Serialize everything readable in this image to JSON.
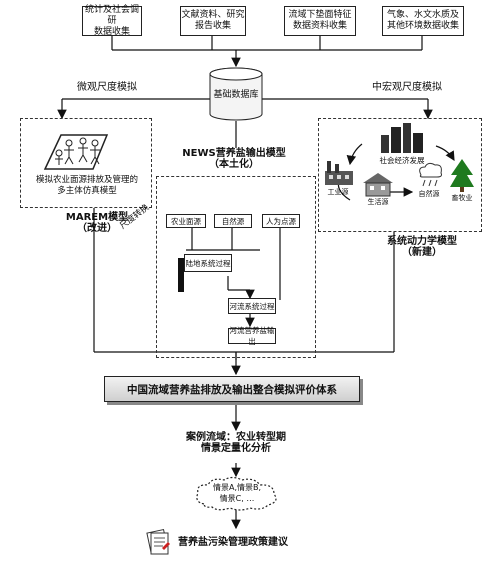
{
  "sources": [
    {
      "label": "统计及社会调研\n数据收集"
    },
    {
      "label": "文献资料、研究\n报告收集"
    },
    {
      "label": "流域下垫面特征\n数据资料收集"
    },
    {
      "label": "气象、水文水质及\n其他环境数据收集"
    }
  ],
  "database": {
    "label": "基础数据库"
  },
  "micro_label": "微观尺度模拟",
  "macro_label": "中宏观尺度模拟",
  "marem": {
    "desc": "模拟农业面源排放及管理的\n多主体仿真模型",
    "name": "MAREM模型\n（改进）"
  },
  "news": {
    "title": "NEWS营养盐输出模型\n（本土化）",
    "sources": [
      "农业面源",
      "自然源",
      "人为点源"
    ],
    "watershed": "陆地系统过程",
    "river": "河流系统过程",
    "output": "河流营养盐输出"
  },
  "scale_label": "尺度转换",
  "sd": {
    "center": "社会经济发展",
    "items": [
      "工业源",
      "生活源",
      "自然源",
      "畜牧业"
    ],
    "name": "系统动力学模型\n（新建）"
  },
  "framework": {
    "label": "中国流域营养盐排放及输出整合模拟评价体系"
  },
  "case": {
    "label": "案例流域：农业转型期\n情景定量化分析"
  },
  "scenarios": {
    "label": "情景A,情景B,\n情景C, …"
  },
  "policy": {
    "label": "营养盐污染管理政策建议"
  }
}
